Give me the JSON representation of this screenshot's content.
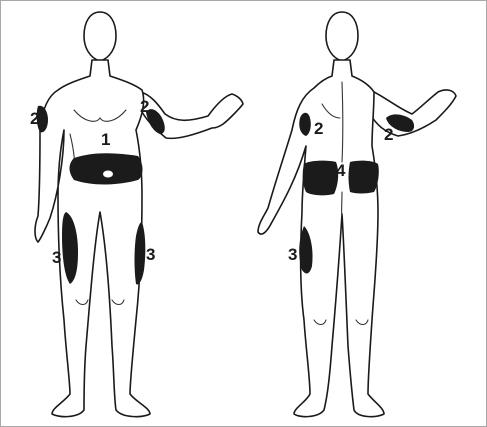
{
  "site_labels": {
    "abdomen": "1",
    "front_arm_left": "2",
    "front_arm_right": "2",
    "front_thigh_left": "3",
    "front_thigh_right": "3",
    "back_arm_left": "2",
    "back_arm_right": "2",
    "buttocks": "4",
    "back_thigh": "3"
  },
  "colors": {
    "zone": "#1b1b1b",
    "outline": "#1a1a1a",
    "frame_border": "#a7a7a7"
  }
}
